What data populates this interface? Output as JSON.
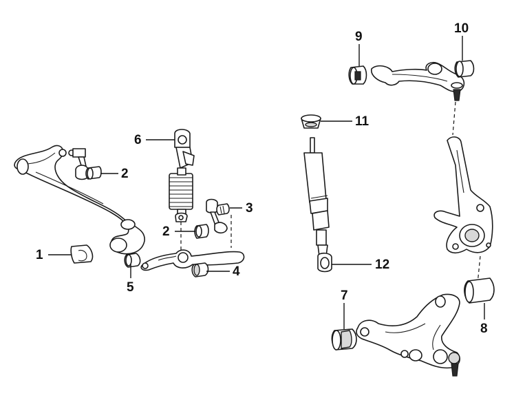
{
  "diagram": {
    "callouts": [
      {
        "id": "c1",
        "text": "1"
      },
      {
        "id": "c2a",
        "text": "2"
      },
      {
        "id": "c2b",
        "text": "2"
      },
      {
        "id": "c3",
        "text": "3"
      },
      {
        "id": "c4",
        "text": "4"
      },
      {
        "id": "c5",
        "text": "5"
      },
      {
        "id": "c6",
        "text": "6"
      },
      {
        "id": "c7",
        "text": "7"
      },
      {
        "id": "c8",
        "text": "8"
      },
      {
        "id": "c9",
        "text": "9"
      },
      {
        "id": "c10",
        "text": "10"
      },
      {
        "id": "c11",
        "text": "11"
      },
      {
        "id": "c12",
        "text": "12"
      }
    ]
  }
}
